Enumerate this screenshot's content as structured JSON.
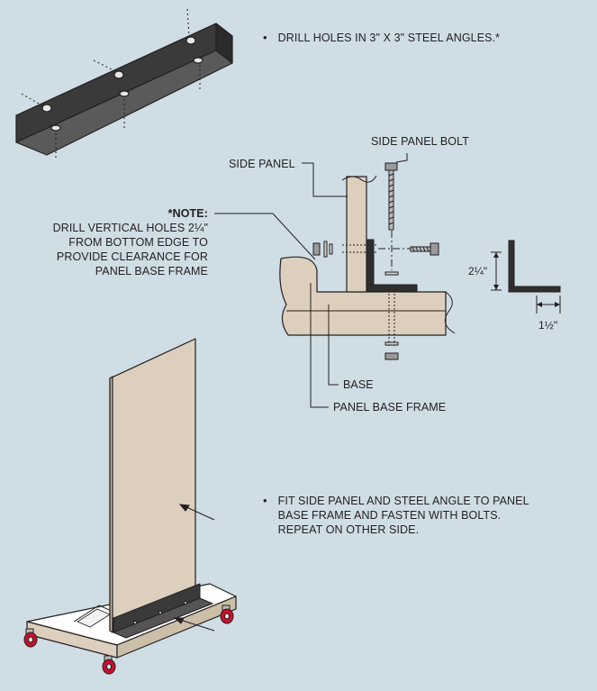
{
  "step1": {
    "text": "DRILL HOLES IN 3\" X 3\" STEEL ANGLES.*"
  },
  "labels": {
    "side_panel_bolt": "SIDE PANEL BOLT",
    "side_panel": "SIDE PANEL",
    "base": "BASE",
    "panel_base_frame": "PANEL BASE FRAME"
  },
  "note": {
    "title": "*NOTE:",
    "lines": [
      "DRILL VERTICAL HOLES 2¼\"",
      "FROM BOTTOM EDGE TO",
      "PROVIDE CLEARANCE FOR",
      "PANEL BASE FRAME"
    ]
  },
  "dimensions": {
    "height": "2¼\"",
    "width": "1½\""
  },
  "step2": {
    "lines": [
      "FIT SIDE PANEL AND STEEL ANGLE TO PANEL",
      "BASE FRAME AND FASTEN WITH BOLTS.",
      "REPEAT ON OTHER SIDE."
    ]
  },
  "colors": {
    "background": "#cfdde5",
    "panel": "#dccfbd",
    "steel": "#3a3a3a",
    "wheel": "#c8102e",
    "outline": "#231f20"
  },
  "icons": {
    "bullet": "bullet-dot",
    "arrow": "pointer-arrow"
  }
}
